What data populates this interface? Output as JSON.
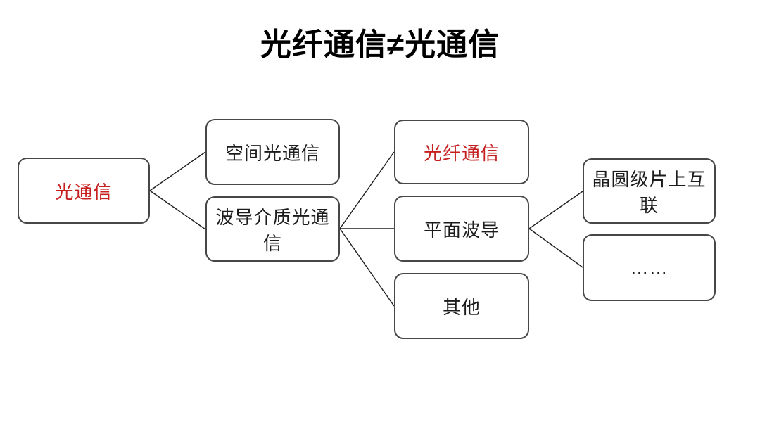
{
  "title": "光纤通信≠光通信",
  "colors": {
    "highlight": "#c62020",
    "text": "#1c1c1c",
    "border": "#474747",
    "line": "#1d1d1d",
    "background": "#ffffff"
  },
  "diagram": {
    "nodes": [
      {
        "id": "optical-communication",
        "label": "光通信",
        "highlighted": true
      },
      {
        "id": "space-optical-communication",
        "label": "空间光通信",
        "highlighted": false
      },
      {
        "id": "waveguide-medium-optical-communication",
        "label": "波导介质光通信",
        "highlighted": false
      },
      {
        "id": "fiber-optic-communication",
        "label": "光纤通信",
        "highlighted": true
      },
      {
        "id": "planar-waveguide",
        "label": "平面波导",
        "highlighted": false
      },
      {
        "id": "other",
        "label": "其他",
        "highlighted": false
      },
      {
        "id": "wafer-level-on-chip-interconnect",
        "label": "晶圆级片上互联",
        "highlighted": false
      },
      {
        "id": "ellipsis",
        "label": "……",
        "highlighted": false
      }
    ],
    "edges": [
      {
        "from": "光通信",
        "to": "空间光通信"
      },
      {
        "from": "光通信",
        "to": "波导介质光通信"
      },
      {
        "from": "波导介质光通信",
        "to": "光纤通信"
      },
      {
        "from": "波导介质光通信",
        "to": "平面波导"
      },
      {
        "from": "波导介质光通信",
        "to": "其他"
      },
      {
        "from": "平面波导",
        "to": "晶圆级片上互联"
      },
      {
        "from": "平面波导",
        "to": "……"
      }
    ]
  }
}
